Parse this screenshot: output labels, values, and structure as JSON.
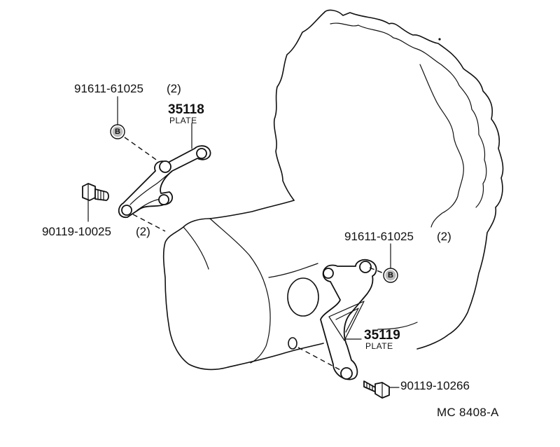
{
  "callouts": {
    "bolt_top_left": {
      "part_no": "91611-61025",
      "qty": "(2)"
    },
    "plate_upper": {
      "part_no": "35118",
      "name": "PLATE"
    },
    "stud_left": {
      "part_no": "90119-10025",
      "qty": "(2)"
    },
    "bolt_right": {
      "part_no": "91611-61025",
      "qty": "(2)"
    },
    "plate_lower": {
      "part_no": "35119",
      "name": "PLATE"
    },
    "stud_lower": {
      "part_no": "90119-10266"
    }
  },
  "markers": {
    "b_upper": "B",
    "b_lower": "B"
  },
  "reference": "MC 8408-A"
}
